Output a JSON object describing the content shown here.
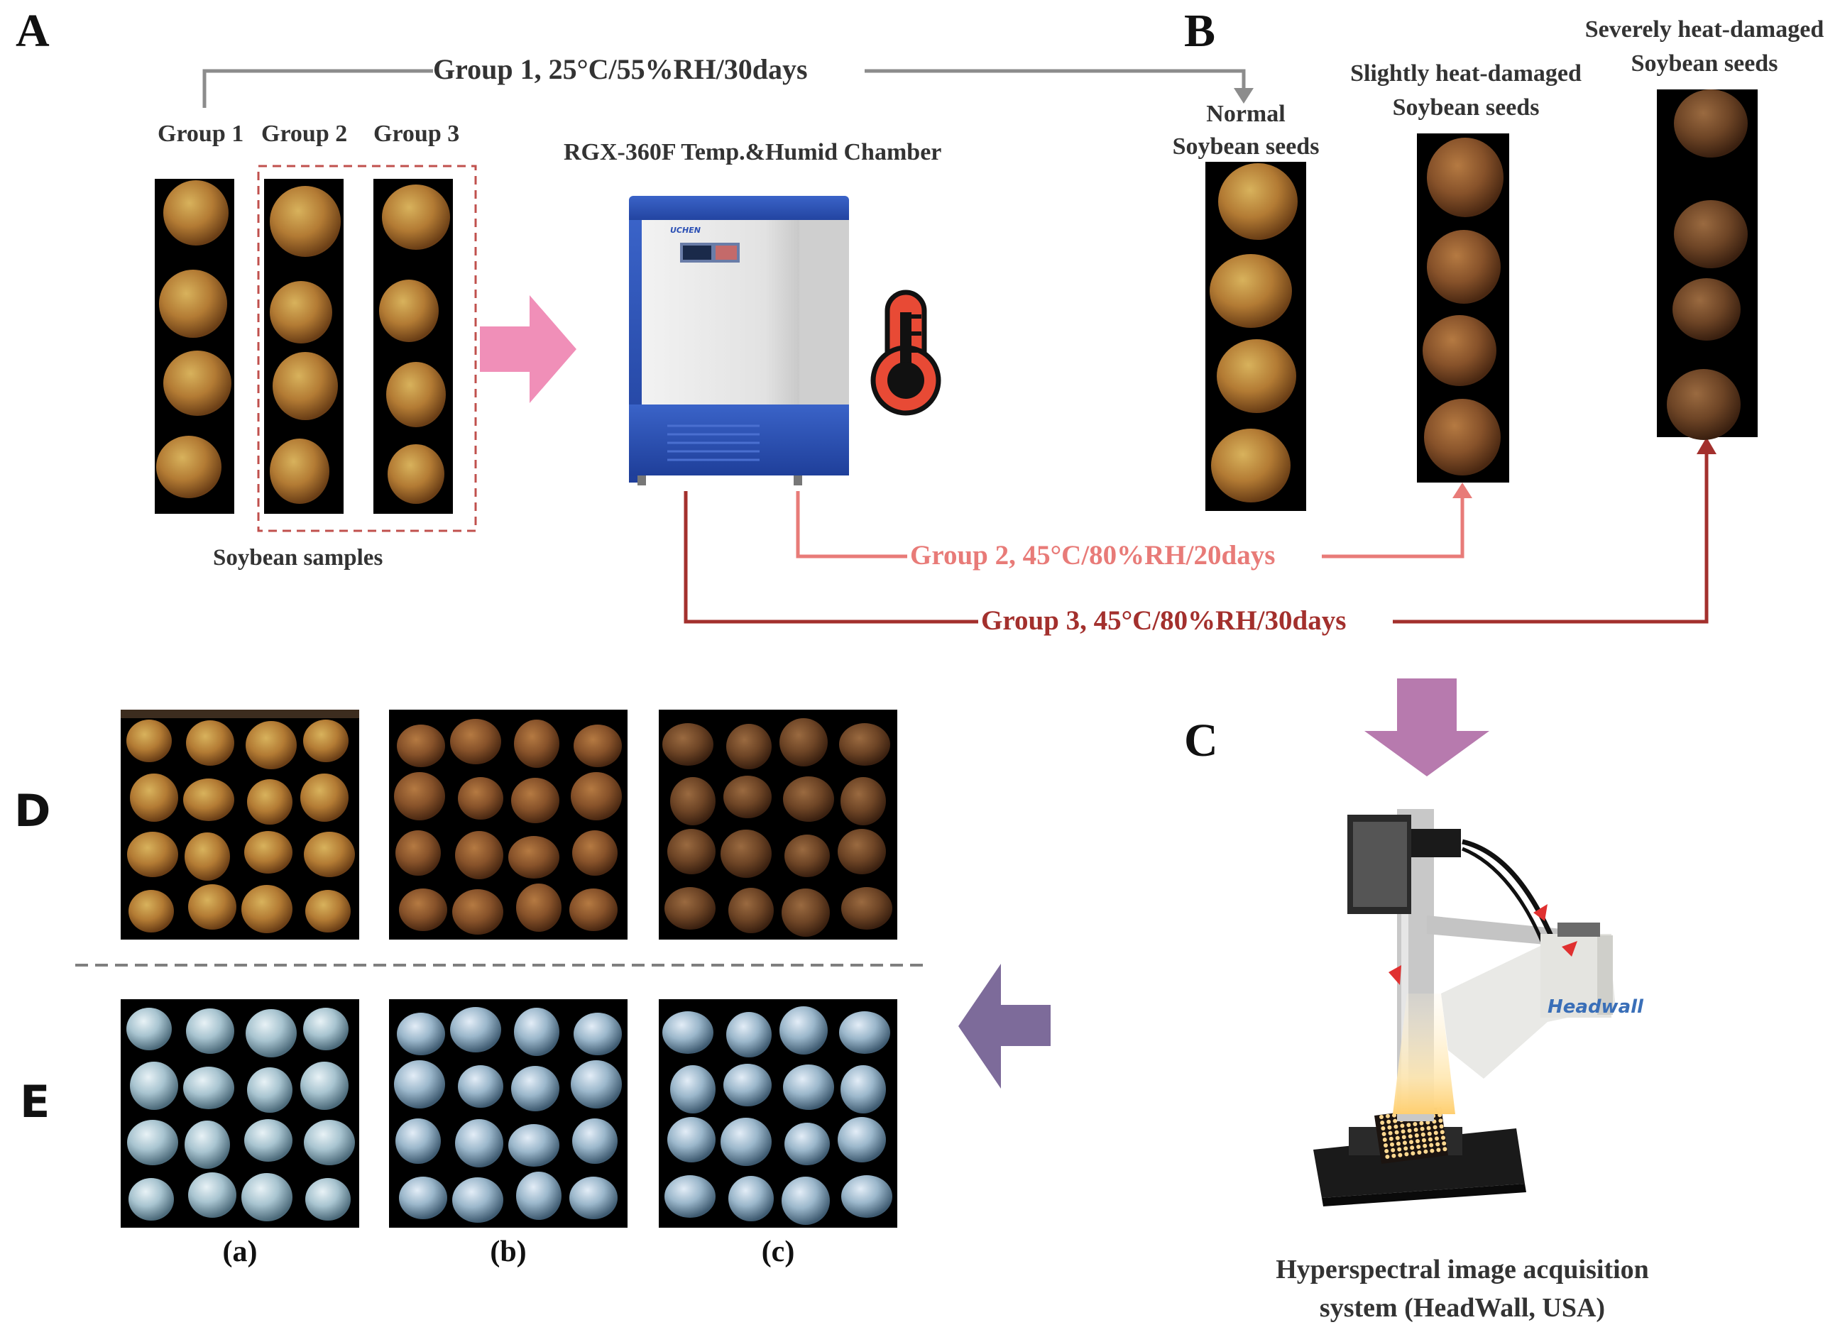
{
  "panels": {
    "A": "A",
    "B": "B",
    "C": "C",
    "D": "D",
    "E": "E"
  },
  "panelA": {
    "group_labels": [
      "Group 1",
      "Group 2",
      "Group 3"
    ],
    "samples_label": "Soybean samples",
    "chamber_label": "RGX-360F Temp.&Humid Chamber",
    "chamber_brand": "UCHEN",
    "group1_arrow": "Group 1, 25°C/55%RH/30days",
    "group2_arrow": "Group 2, 45°C/80%RH/20days",
    "group3_arrow": "Group 3, 45°C/80%RH/30days"
  },
  "panelB": {
    "normal_line1": "Normal",
    "normal_line2": "Soybean seeds",
    "slight_line1": "Slightly heat-damaged",
    "slight_line2": "Soybean seeds",
    "severe_line1": "Severely heat-damaged",
    "severe_line2": "Soybean seeds"
  },
  "panelC": {
    "caption_line1": "Hyperspectral image acquisition",
    "caption_line2": "system (HeadWall, USA)",
    "brand": "Headwall"
  },
  "sublabels": [
    "(a)",
    "(b)",
    "(c)"
  ],
  "colors": {
    "group1": "#8c8c8c",
    "group2": "#e87b78",
    "group3": "#a3302d",
    "pink_arrow": "#f08fb8",
    "purple_arrow_down": "#b77aae",
    "purple_arrow_left": "#7d6b9a",
    "chamber_blue": "#2a4fb4",
    "divider": "#7f7f7f"
  }
}
